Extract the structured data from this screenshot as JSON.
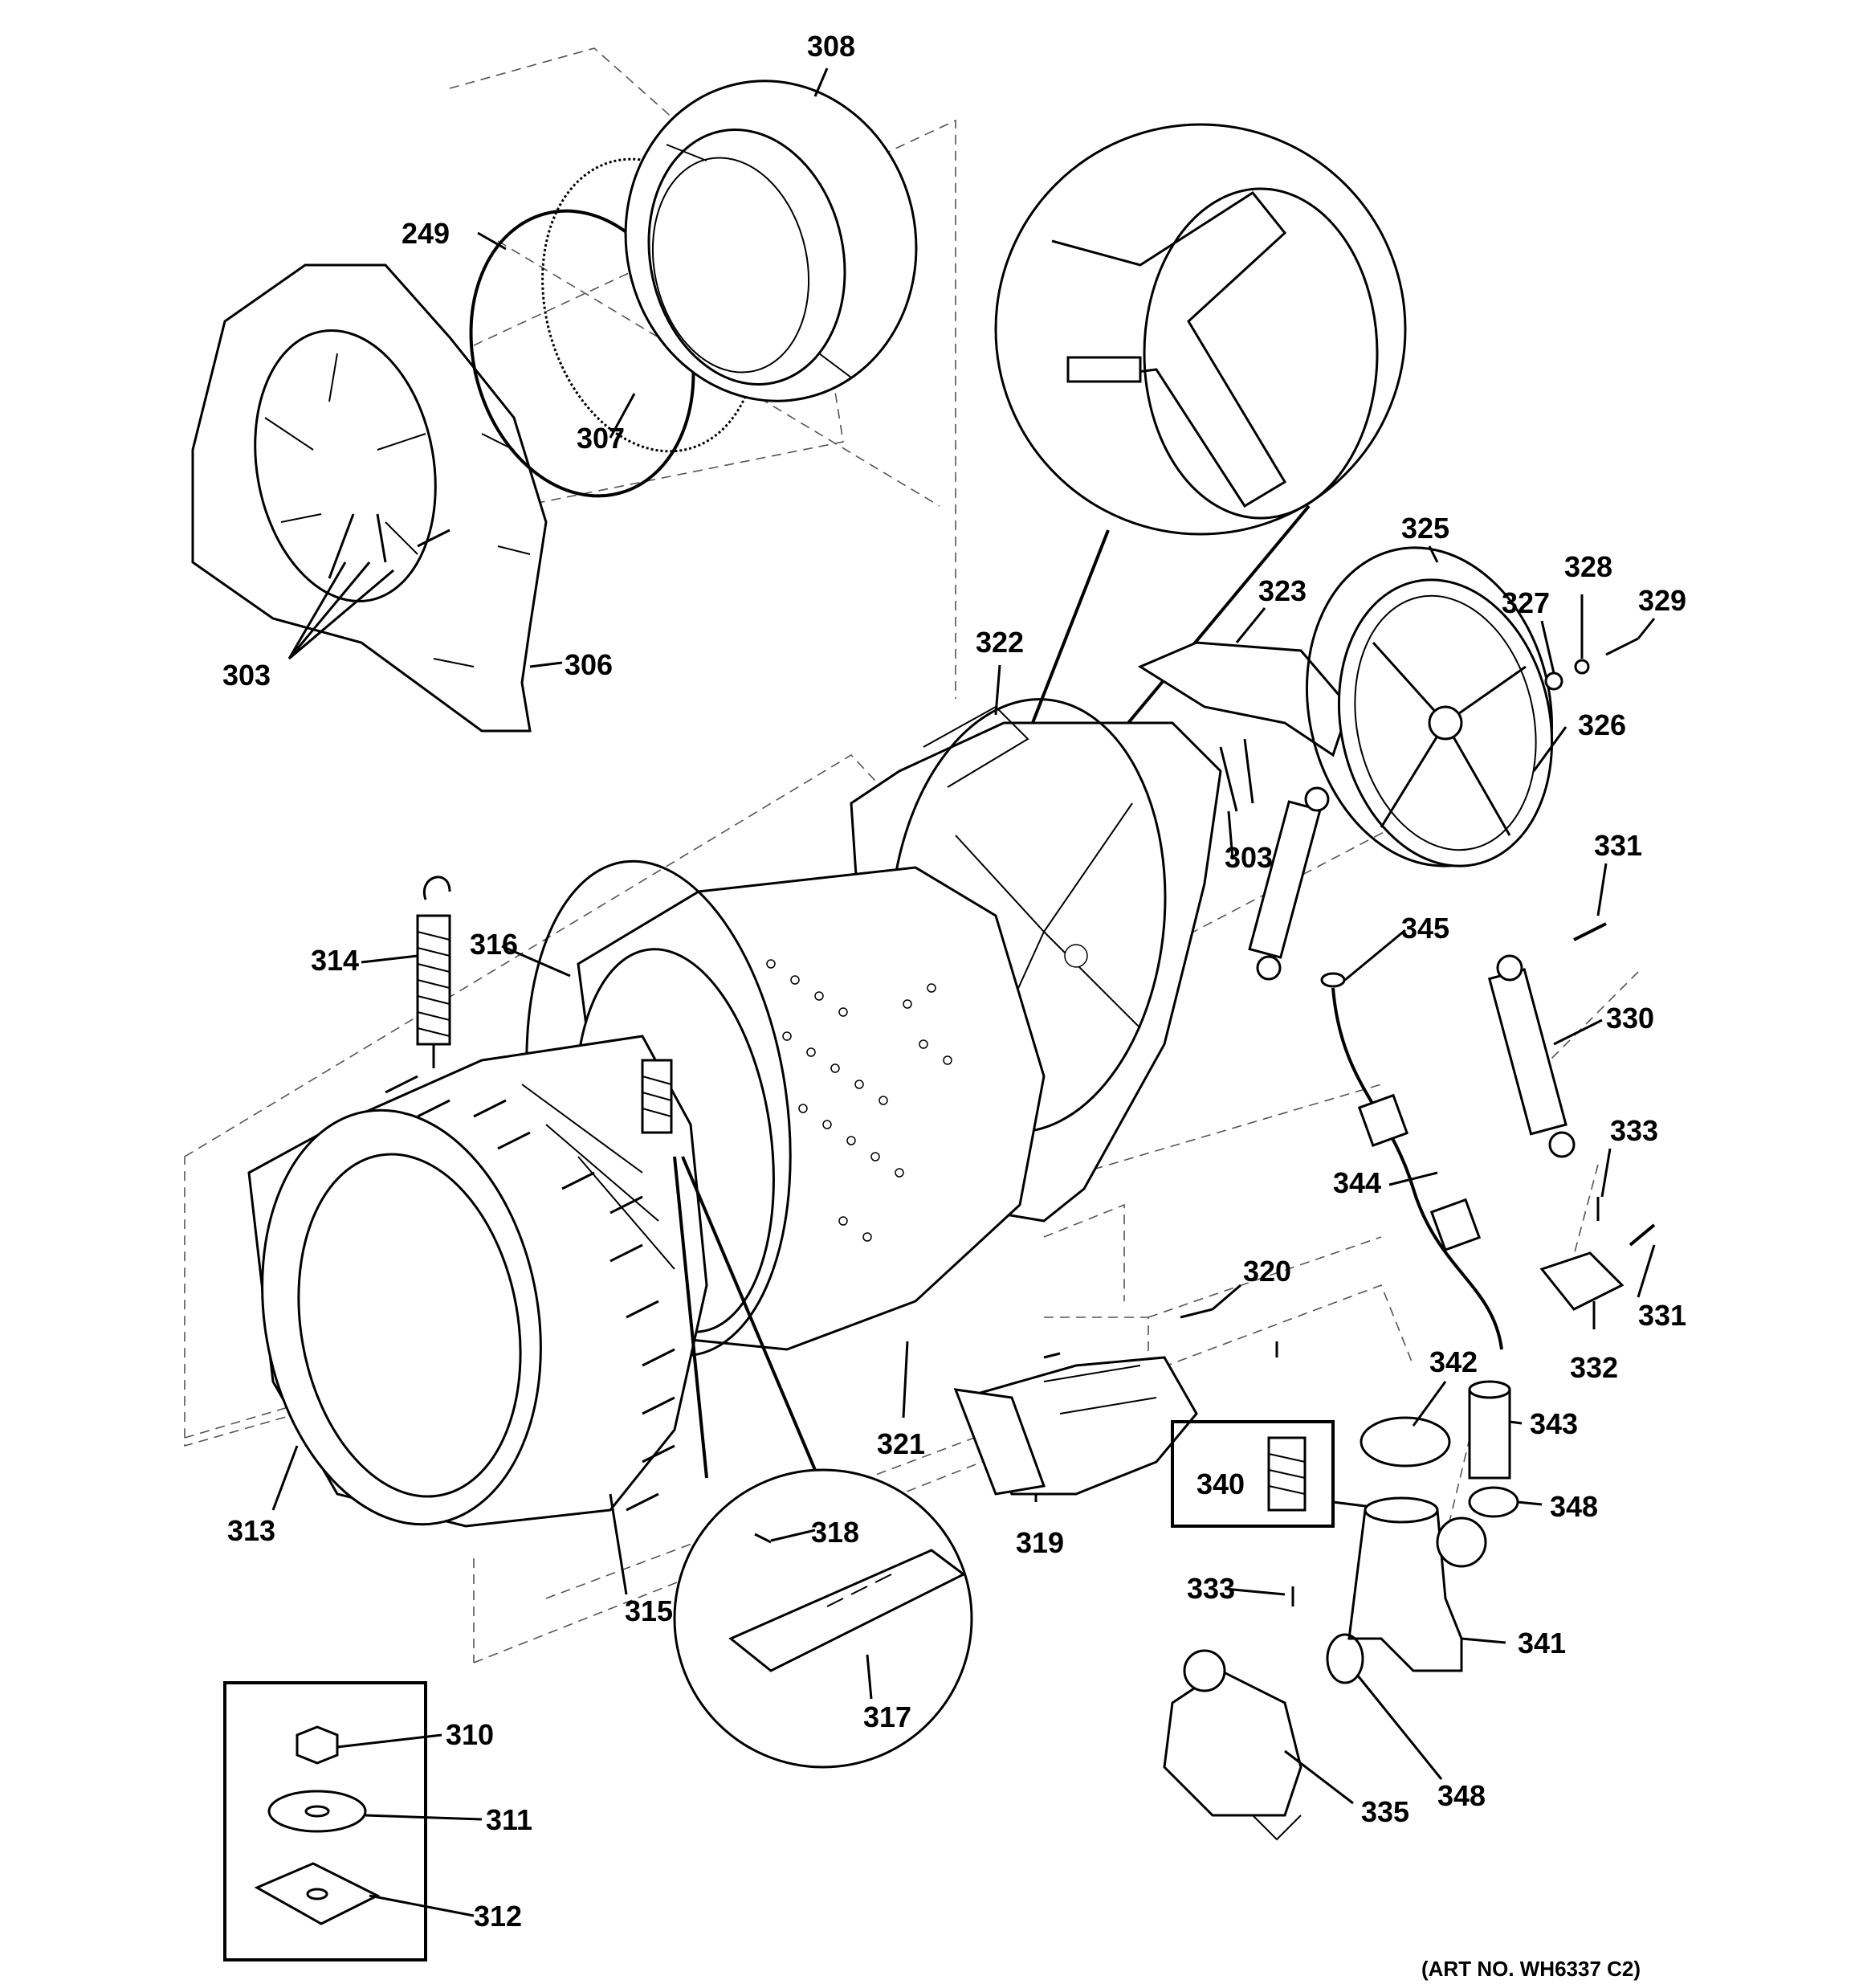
{
  "parts": {
    "p308": "308",
    "p249": "249",
    "p307": "307",
    "p303a": "303",
    "p306": "306",
    "p322": "322",
    "p323": "323",
    "p325": "325",
    "p327": "327",
    "p328": "328",
    "p329": "329",
    "p326": "326",
    "p303b": "303",
    "p331a": "331",
    "p345": "345",
    "p314": "314",
    "p316": "316",
    "p330": "330",
    "p333a": "333",
    "p344": "344",
    "p320": "320",
    "p331b": "331",
    "p332": "332",
    "p321": "321",
    "p342": "342",
    "p343": "343",
    "p340": "340",
    "p348a": "348",
    "p313": "313",
    "p318": "318",
    "p319": "319",
    "p315": "315",
    "p333b": "333",
    "p341": "341",
    "p317": "317",
    "p310": "310",
    "p311": "311",
    "p348b": "348",
    "p335": "335",
    "p312": "312"
  },
  "art_number": "(ART NO. WH6337 C2)"
}
